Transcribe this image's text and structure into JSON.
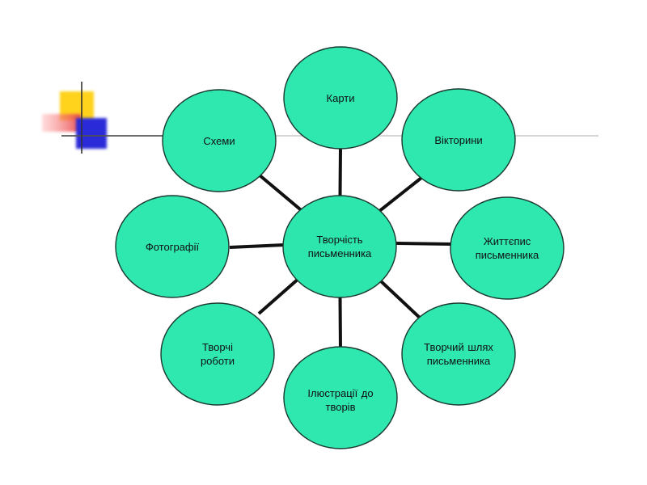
{
  "diagram": {
    "center": {
      "label": "Творчість\nписьменника"
    },
    "nodes": [
      {
        "label": "Карти"
      },
      {
        "label": "Вікторини"
      },
      {
        "label": "Життєпис\nписьменника"
      },
      {
        "label": "Творчий  шлях\nписьменника"
      },
      {
        "label": "Ілюстрації до\nтворів"
      },
      {
        "label": "Творчі\nроботи"
      },
      {
        "label": "Фотографії"
      },
      {
        "label": "Схеми"
      }
    ],
    "colors": {
      "node_fill": "#2ee8b0",
      "node_stroke": "#1a3a30",
      "connector": "#111111",
      "deco_yellow": "#ffd21f",
      "deco_red": "#e8484a",
      "deco_blue": "#2a2ad8",
      "deco_line": "#b8b8b8"
    }
  }
}
